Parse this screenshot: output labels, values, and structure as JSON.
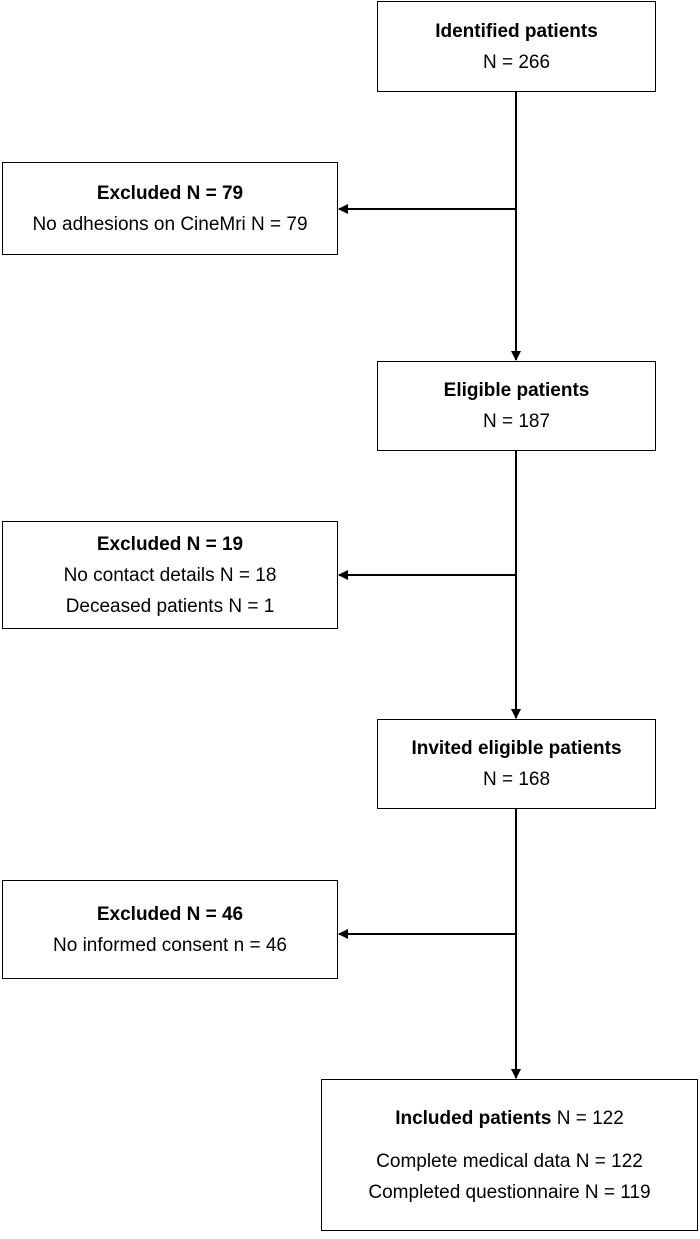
{
  "identified": {
    "title": "Identified patients",
    "n": "N = 266"
  },
  "excluded_1": {
    "title": "Excluded N = 79",
    "lines": [
      "No adhesions on CineMri N = 79"
    ]
  },
  "eligible": {
    "title": "Eligible patients",
    "n": "N = 187"
  },
  "excluded_2": {
    "title": "Excluded N = 19",
    "lines": [
      "No contact details N = 18",
      "Deceased patients N = 1"
    ]
  },
  "invited": {
    "title": "Invited eligible patients",
    "n": "N = 168"
  },
  "excluded_3": {
    "title": "Excluded N = 46",
    "lines": [
      "No informed consent n = 46"
    ]
  },
  "included": {
    "title": "Included patients",
    "n": "N = 122",
    "lines": [
      "Complete medical data N = 122",
      "Completed questionnaire N = 119"
    ]
  }
}
